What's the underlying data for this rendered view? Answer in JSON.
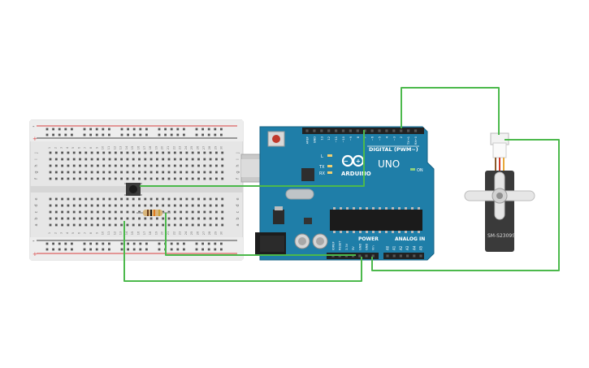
{
  "arduino": {
    "logo_text": "ARDUINO",
    "model": "UNO",
    "digital_label": "DIGITAL (PWM~)",
    "power_label": "POWER",
    "analog_label": "ANALOG IN",
    "led_labels": [
      "L",
      "TX",
      "RX"
    ],
    "on_label": "ON",
    "top_pin_labels": [
      "AREF",
      "GND",
      "13",
      "12",
      "~11",
      "~10",
      "~9",
      "8",
      "7",
      "~6",
      "~5",
      "4",
      "~3",
      "2",
      "TX→1",
      "RX←0"
    ],
    "power_pin_labels": [
      "IOREF",
      "RESET",
      "3.3V",
      "5V",
      "GND",
      "GND",
      "Vin"
    ],
    "analog_pin_labels": [
      "A0",
      "A1",
      "A2",
      "A3",
      "A4",
      "A5"
    ]
  },
  "breadboard": {
    "column_numbers": [
      "1",
      "2",
      "3",
      "4",
      "5",
      "6",
      "7",
      "8",
      "9",
      "10",
      "11",
      "12",
      "13",
      "14",
      "15",
      "16",
      "17",
      "18",
      "19",
      "20",
      "21",
      "22",
      "23",
      "24",
      "25",
      "26",
      "27",
      "28",
      "29",
      "30"
    ],
    "row_letters_top": [
      "j",
      "i",
      "h",
      "g",
      "f"
    ],
    "row_letters_bottom": [
      "e",
      "d",
      "c",
      "b",
      "a"
    ],
    "plus_sign": "+",
    "minus_sign": "-"
  },
  "servo": {
    "label": "SM-S2309S"
  },
  "colors": {
    "wire": "#4cb94c",
    "board": "#1f7ea8",
    "breadboard": "#e8e8e8",
    "rail_red": "#d94040",
    "rail_black": "#444444",
    "servo_body": "#3a3a3a"
  }
}
